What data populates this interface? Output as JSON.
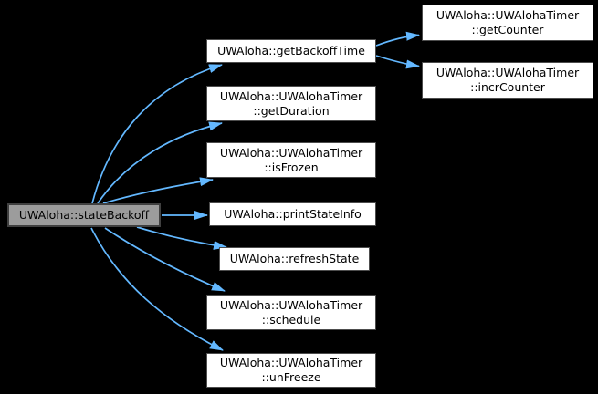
{
  "graph": {
    "kind": "call-graph",
    "focus_function": "UWAloha::stateBackoff",
    "colors": {
      "background": "#000000",
      "edge": "#63b8ff",
      "node_fill": "#ffffff",
      "node_border": "#4d4d4d",
      "node_text": "#000000",
      "focus_fill": "#9c9c9c",
      "focus_border": "#404040"
    },
    "nodes": [
      {
        "id": "stateBackoff",
        "label": "UWAloha::stateBackoff",
        "type": "focus"
      },
      {
        "id": "getBackoffTime",
        "label": "UWAloha::getBackoffTime",
        "type": "callee"
      },
      {
        "id": "getDuration",
        "label": "UWAloha::UWAlohaTimer\n::getDuration",
        "type": "callee"
      },
      {
        "id": "isFrozen",
        "label": "UWAloha::UWAlohaTimer\n::isFrozen",
        "type": "callee"
      },
      {
        "id": "printStateInfo",
        "label": "UWAloha::printStateInfo",
        "type": "callee"
      },
      {
        "id": "refreshState",
        "label": "UWAloha::refreshState",
        "type": "callee"
      },
      {
        "id": "schedule",
        "label": "UWAloha::UWAlohaTimer\n::schedule",
        "type": "callee"
      },
      {
        "id": "unFreeze",
        "label": "UWAloha::UWAlohaTimer\n::unFreeze",
        "type": "callee"
      },
      {
        "id": "getCounter",
        "label": "UWAloha::UWAlohaTimer\n::getCounter",
        "type": "callee"
      },
      {
        "id": "incrCounter",
        "label": "UWAloha::UWAlohaTimer\n::incrCounter",
        "type": "callee"
      }
    ],
    "edges": [
      {
        "from": "UWAloha::stateBackoff",
        "to": "UWAloha::getBackoffTime"
      },
      {
        "from": "UWAloha::stateBackoff",
        "to": "UWAloha::UWAlohaTimer::getDuration"
      },
      {
        "from": "UWAloha::stateBackoff",
        "to": "UWAloha::UWAlohaTimer::isFrozen"
      },
      {
        "from": "UWAloha::stateBackoff",
        "to": "UWAloha::printStateInfo"
      },
      {
        "from": "UWAloha::stateBackoff",
        "to": "UWAloha::refreshState"
      },
      {
        "from": "UWAloha::stateBackoff",
        "to": "UWAloha::UWAlohaTimer::schedule"
      },
      {
        "from": "UWAloha::stateBackoff",
        "to": "UWAloha::UWAlohaTimer::unFreeze"
      },
      {
        "from": "UWAloha::getBackoffTime",
        "to": "UWAloha::UWAlohaTimer::getCounter"
      },
      {
        "from": "UWAloha::getBackoffTime",
        "to": "UWAloha::UWAlohaTimer::incrCounter"
      }
    ]
  }
}
